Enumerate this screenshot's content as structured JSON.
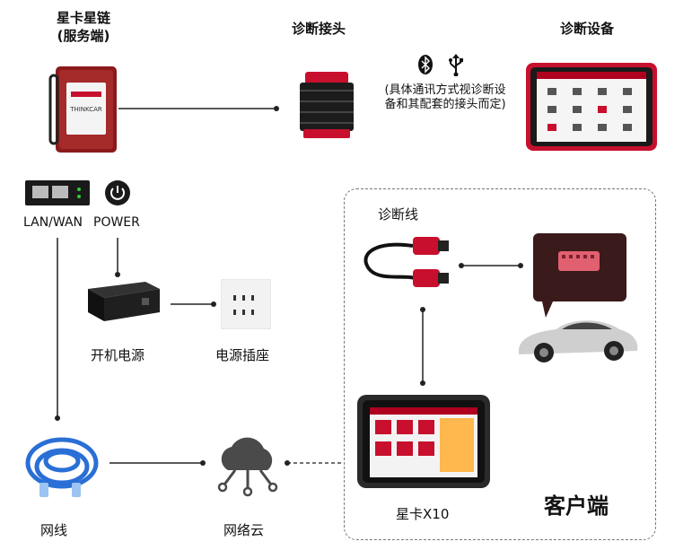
{
  "server_title": "星卡星链",
  "server_subtitle": "(服务端)",
  "obd_connector_title": "诊断接头",
  "diag_device_title": "诊断设备",
  "comm_note": "(具体通讯方式视诊断设备和其配套的接头而定)",
  "port_lan_label": "LAN/WAN",
  "port_power_label": "POWER",
  "power_supply_label": "开机电源",
  "power_socket_label": "电源插座",
  "network_cable_label": "网线",
  "network_cloud_label": "网络云",
  "diag_cable_label": "诊断线",
  "x10_label": "星卡X10",
  "client_label": "客户端",
  "icons": [
    "bluetooth-icon",
    "usb-icon",
    "power-icon",
    "cloud-icon"
  ],
  "colors": {
    "brand_red": "#c8102e",
    "dark": "#222222"
  }
}
